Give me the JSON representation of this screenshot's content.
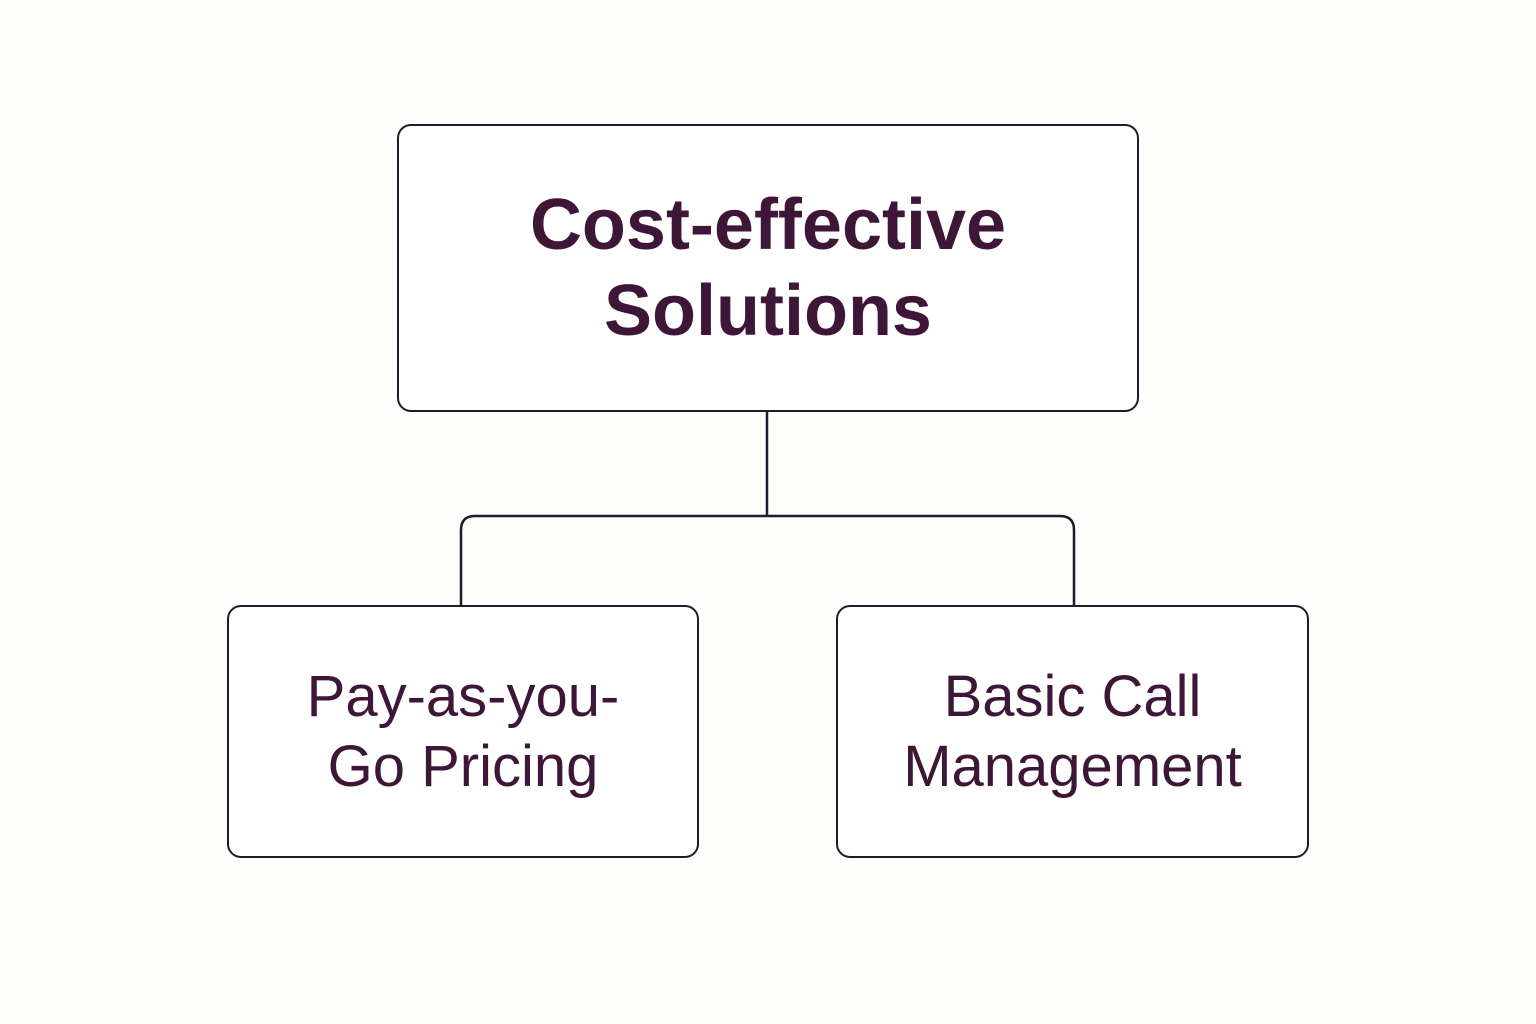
{
  "root": {
    "line1": "Cost-effective",
    "line2": "Solutions"
  },
  "children": [
    {
      "line1": "Pay-as-you-",
      "line2": "Go Pricing"
    },
    {
      "line1": "Basic Call",
      "line2": "Management"
    }
  ],
  "colors": {
    "text": "#3d1638",
    "stroke": "#1c1c2a"
  }
}
